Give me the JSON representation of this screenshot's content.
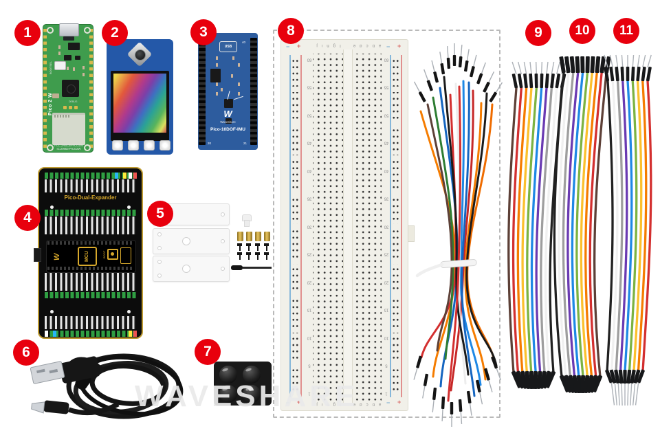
{
  "page": {
    "watermark": "WAVESHARE",
    "accent_red": "#e8000d",
    "background": "#ffffff"
  },
  "badges": [
    "1",
    "2",
    "3",
    "4",
    "5",
    "6",
    "7",
    "8",
    "9",
    "10",
    "11"
  ],
  "pico": {
    "name": "Pico 2 W",
    "bootsel": "BOOTSEL",
    "debug": "DEBUG",
    "fcc1": "FCC:2ABCB-PICO2W",
    "fcc2": "IC:20953-PICO2W"
  },
  "imu": {
    "usb": "USB",
    "pin40": "40",
    "pin20": "20",
    "pin21": "21",
    "logo": "W",
    "brand": "Waveshare",
    "model": "Pico-10DOF-IMU"
  },
  "expander": {
    "title": "Pico-Dual-Expander",
    "mcu": "MCU",
    "boot": "BOOT",
    "logo": "W"
  },
  "breadboard": {
    "plus": "+",
    "minus": "−",
    "letters_fj": "f g h i j",
    "letters_ae": "a b c d e",
    "numbers": "1\n5\n10\n15\n20\n25\n30\n35\n40\n45\n50\n55\n60"
  },
  "ribbon_colors": [
    "#5d4037",
    "#d32f2f",
    "#f57c00",
    "#fbc02d",
    "#7cb342",
    "#1e88e5",
    "#6a3ab2",
    "#9e9e9e",
    "#f0f0f0",
    "#212121"
  ]
}
